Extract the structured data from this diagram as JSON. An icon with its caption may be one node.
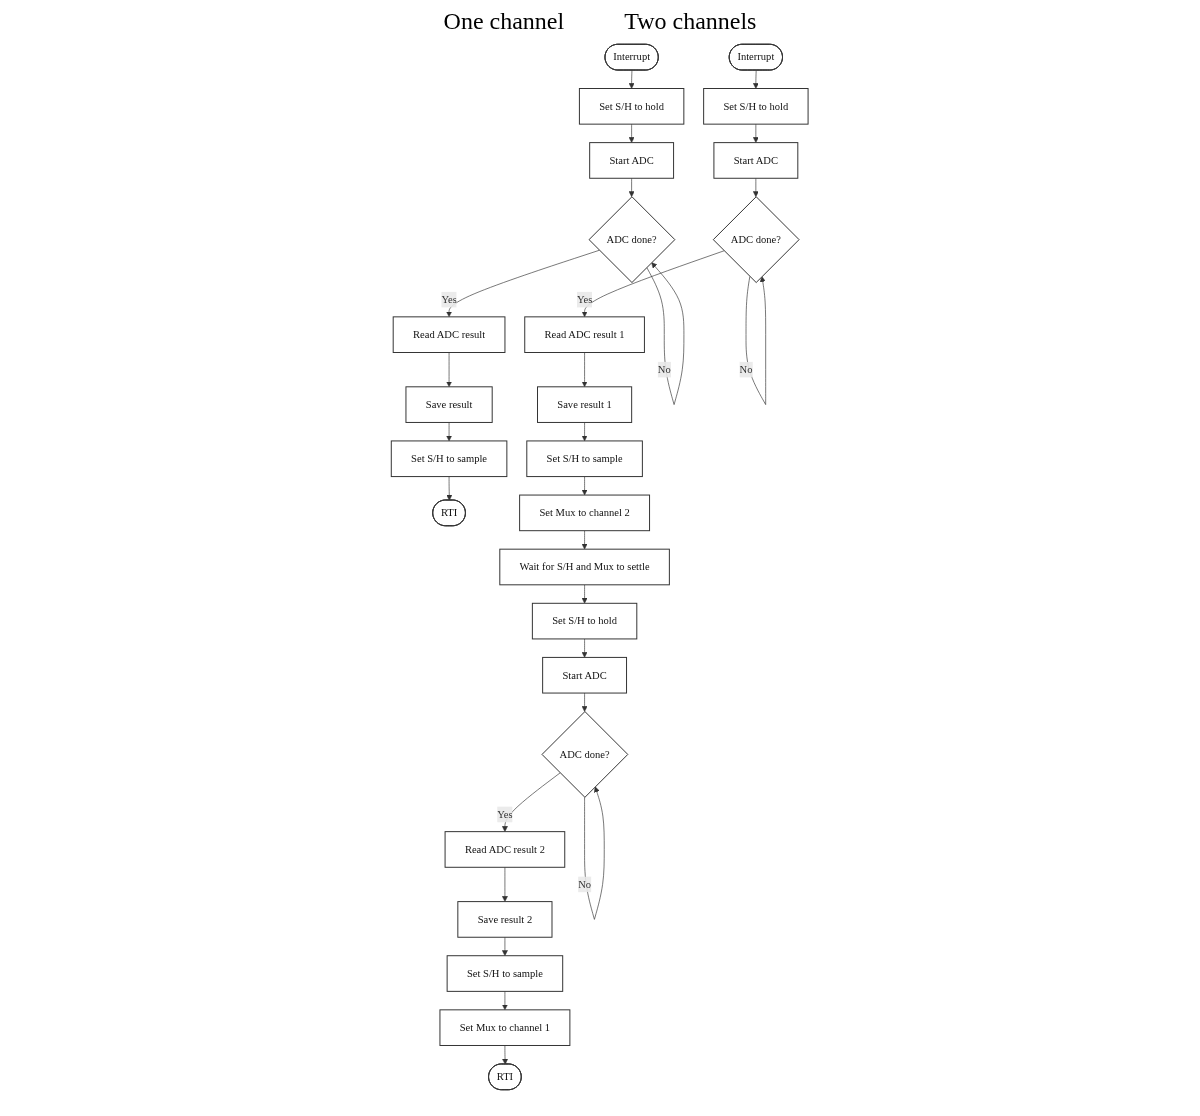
{
  "diagram": {
    "nodes": [
      {
        "text": [
          "Interrupt"
        ]
      },
      {
        "text": [
          "Set S/H to hold"
        ]
      },
      {
        "text": [
          "Start ADC"
        ]
      },
      {
        "text": [
          "ADC done?"
        ]
      },
      {
        "text": [
          "Read ADC result"
        ]
      },
      {
        "text": [
          "Save result"
        ]
      },
      {
        "text": [
          "Set S/H to sample"
        ]
      },
      {
        "text": [
          "RTI"
        ]
      },
      {
        "text": [
          "Interrupt"
        ]
      },
      {
        "text": [
          "Set S/H to hold"
        ]
      },
      {
        "text": [
          "Start ADC"
        ]
      },
      {
        "text": [
          "ADC done?"
        ]
      },
      {
        "text": [
          "Read ADC result 1"
        ]
      },
      {
        "text": [
          "Save result 1"
        ]
      },
      {
        "text": [
          "Set S/H to sample"
        ]
      },
      {
        "text": [
          "Set Mux to channel 2"
        ]
      },
      {
        "text": [
          "Wait for S/H and Mux to settle"
        ]
      },
      {
        "text": [
          "Set S/H to hold"
        ]
      },
      {
        "text": [
          "Start ADC"
        ]
      },
      {
        "text": [
          "ADC done?"
        ]
      },
      {
        "text": [
          "Read ADC result 2"
        ]
      },
      {
        "text": [
          "Save result 2"
        ]
      },
      {
        "text": [
          "Set S/H to sample"
        ]
      },
      {
        "text": [
          "Set Mux to channel 1"
        ]
      },
      {
        "text": [
          "RTI"
        ]
      }
    ],
    "edges": [
      {
        "from": 0,
        "to": 1,
        "arrow": "to"
      },
      {
        "from": 1,
        "to": 2,
        "arrow": "to"
      },
      {
        "from": 2,
        "to": 3,
        "arrow": "to"
      },
      {
        "from": 3,
        "to": 3,
        "arrow": "to",
        "label": "No"
      },
      {
        "from": 3,
        "to": 4,
        "arrow": "to",
        "label": "Yes"
      },
      {
        "from": 4,
        "to": 5,
        "arrow": "to"
      },
      {
        "from": 5,
        "to": 6,
        "arrow": "to"
      },
      {
        "from": 6,
        "to": 7,
        "arrow": "to"
      },
      {
        "from": 8,
        "to": 9,
        "arrow": "to"
      },
      {
        "from": 9,
        "to": 10,
        "arrow": "to"
      },
      {
        "from": 10,
        "to": 11,
        "arrow": "to"
      },
      {
        "from": 11,
        "to": 11,
        "arrow": "to",
        "label": "No"
      },
      {
        "from": 11,
        "to": 12,
        "arrow": "to",
        "label": "Yes"
      },
      {
        "from": 12,
        "to": 13,
        "arrow": "to"
      },
      {
        "from": 13,
        "to": 14,
        "arrow": "to"
      },
      {
        "from": 14,
        "to": 15,
        "arrow": "to"
      },
      {
        "from": 15,
        "to": 16,
        "arrow": "to"
      },
      {
        "from": 16,
        "to": 17,
        "arrow": "to"
      },
      {
        "from": 17,
        "to": 18,
        "arrow": "to"
      },
      {
        "from": 18,
        "to": 19,
        "arrow": "to"
      },
      {
        "from": 19,
        "to": 19,
        "arrow": "to",
        "label": "No"
      },
      {
        "from": 19,
        "to": 20,
        "arrow": "to",
        "label": "Yes"
      },
      {
        "from": 20,
        "to": 21,
        "arrow": "to"
      },
      {
        "from": 21,
        "to": 22,
        "arrow": "to"
      },
      {
        "from": 22,
        "to": 23,
        "arrow": "to"
      },
      {
        "from": 23,
        "to": 24,
        "arrow": "to"
      }
    ],
    "labels": [
      "One channel",
      "Two channels"
    ]
  }
}
